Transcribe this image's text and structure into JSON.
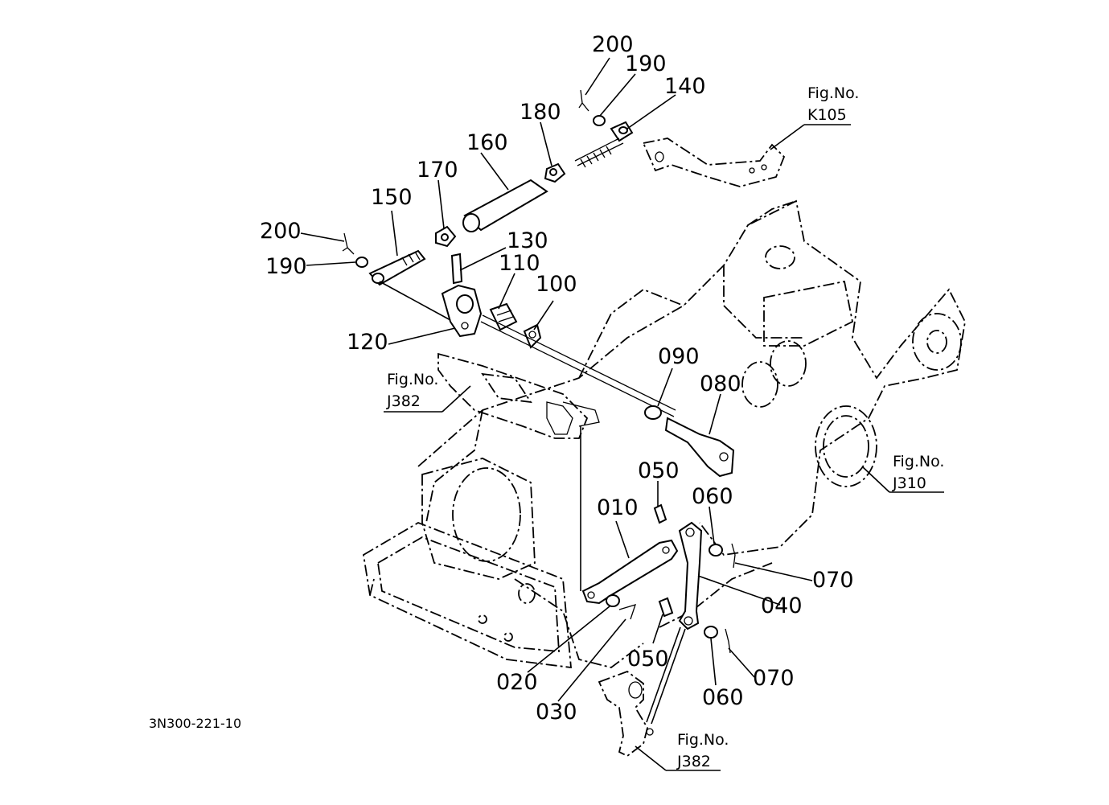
{
  "part_labels": {
    "p200_top": "200",
    "p190_top": "190",
    "p140": "140",
    "p180": "180",
    "p160": "160",
    "p170": "170",
    "p150": "150",
    "p200_left": "200",
    "p190_left": "190",
    "p130": "130",
    "p110": "110",
    "p100": "100",
    "p120": "120",
    "p090": "090",
    "p080": "080",
    "p050_top": "050",
    "p060_top": "060",
    "p010": "010",
    "p070_top": "070",
    "p040": "040",
    "p050_bottom": "050",
    "p020": "020",
    "p030": "030",
    "p060_bottom": "060",
    "p070_bottom": "070"
  },
  "figure_refs": {
    "k105": {
      "title": "Fig.No.",
      "code": "K105"
    },
    "j382_left": {
      "title": "Fig.No.",
      "code": "J382"
    },
    "j310": {
      "title": "Fig.No.",
      "code": "J310"
    },
    "j382_bottom": {
      "title": "Fig.No.",
      "code": "J382"
    }
  },
  "drawing_code": "3N300-221-10"
}
